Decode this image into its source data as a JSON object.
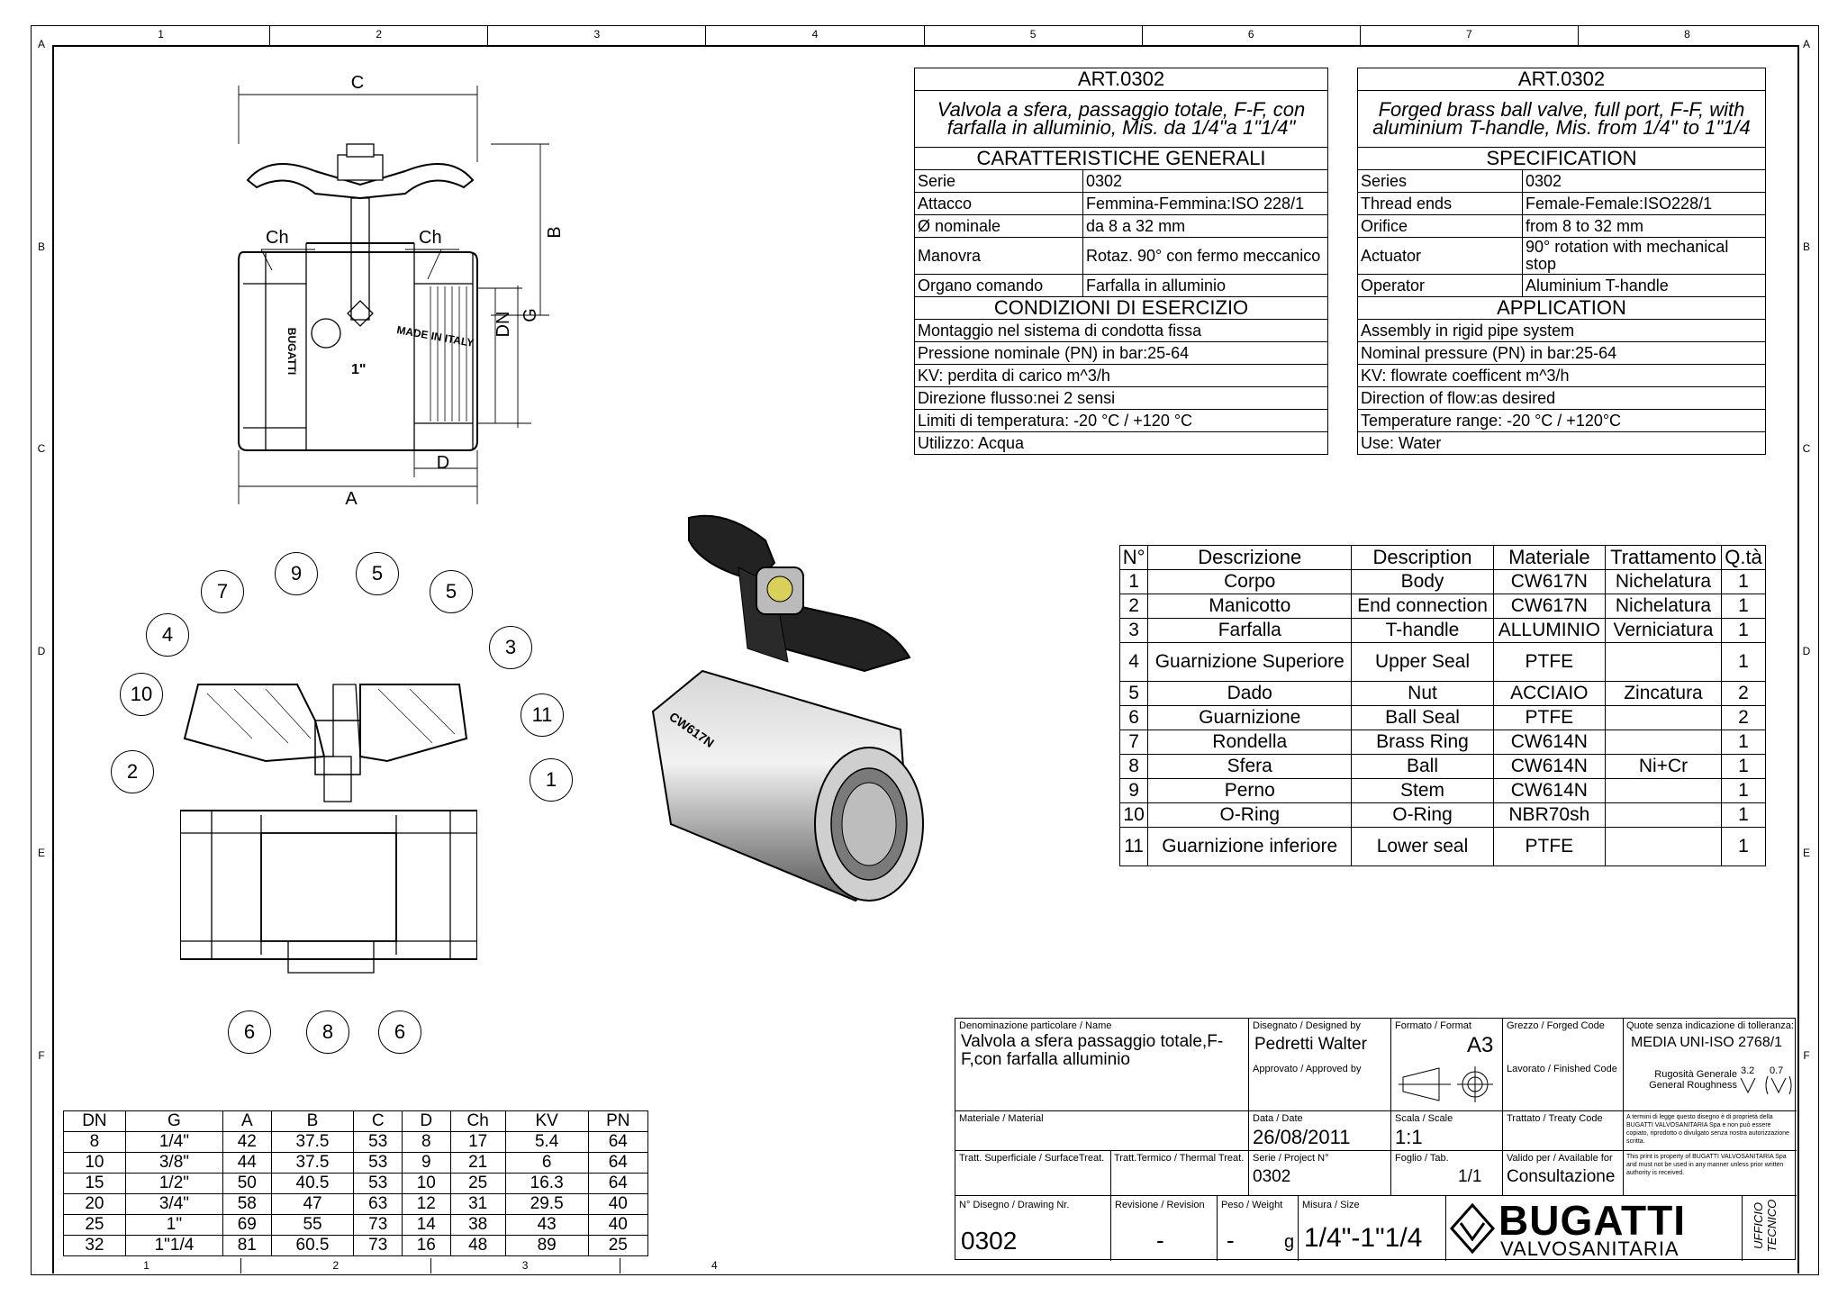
{
  "zones": {
    "cols": [
      "1",
      "2",
      "3",
      "4",
      "5",
      "6",
      "7",
      "8"
    ],
    "rows": [
      "A",
      "B",
      "C",
      "D",
      "E",
      "F"
    ],
    "bottom_cols": [
      "1",
      "2",
      "3",
      "4"
    ]
  },
  "it_block": {
    "art": "ART.0302",
    "desc": "Valvola a sfera, passaggio totale, F-F, con farfalla in alluminio, Mis. da 1/4\"a 1\"1/4\"",
    "sec1": "CARATTERISTICHE GENERALI",
    "rows": [
      [
        "Serie",
        "0302"
      ],
      [
        "Attacco",
        "Femmina-Femmina:ISO 228/1"
      ],
      [
        "Ø nominale",
        "da 8 a 32 mm"
      ],
      [
        "Manovra",
        "Rotaz. 90° con fermo meccanico"
      ],
      [
        "Organo comando",
        "Farfalla in alluminio"
      ]
    ],
    "sec2": "CONDIZIONI DI ESERCIZIO",
    "lines": [
      "Montaggio nel sistema di condotta fissa",
      "Pressione nominale (PN) in bar:25-64",
      "KV: perdita di carico m^3/h",
      "Direzione flusso:nei 2 sensi",
      "Limiti di temperatura:  -20 °C / +120 °C",
      "Utilizzo: Acqua"
    ]
  },
  "en_block": {
    "art": "ART.0302",
    "desc": "Forged brass ball valve, full port, F-F, with aluminium T-handle, Mis. from 1/4\" to 1\"1/4",
    "sec1": "SPECIFICATION",
    "rows": [
      [
        "Series",
        "0302"
      ],
      [
        "Thread ends",
        "Female-Female:ISO228/1"
      ],
      [
        "Orifice",
        "from 8 to 32 mm"
      ],
      [
        "Actuator",
        "90° rotation with mechanical stop"
      ],
      [
        "Operator",
        "Aluminium T-handle"
      ]
    ],
    "sec2": "APPLICATION",
    "lines": [
      "Assembly in rigid pipe system",
      "Nominal pressure (PN) in bar:25-64",
      "KV: flowrate coefficent m^3/h",
      "Direction of flow:as desired",
      "Temperature range: -20 °C  /  +120°C",
      "Use: Water"
    ]
  },
  "parts": {
    "headers": [
      "N°",
      "Descrizione",
      "Description",
      "Materiale",
      "Trattamento",
      "Q.tà"
    ],
    "rows": [
      [
        "1",
        "Corpo",
        "Body",
        "CW617N",
        "Nichelatura",
        "1"
      ],
      [
        "2",
        "Manicotto",
        "End connection",
        "CW617N",
        "Nichelatura",
        "1"
      ],
      [
        "3",
        "Farfalla",
        "T-handle",
        "ALLUMINIO",
        "Verniciatura",
        "1"
      ],
      [
        "4",
        "Guarnizione Superiore",
        "Upper Seal",
        "PTFE",
        "",
        "1"
      ],
      [
        "5",
        "Dado",
        "Nut",
        "ACCIAIO",
        "Zincatura",
        "2"
      ],
      [
        "6",
        "Guarnizione",
        "Ball Seal",
        "PTFE",
        "",
        "2"
      ],
      [
        "7",
        "Rondella",
        "Brass Ring",
        "CW614N",
        "",
        "1"
      ],
      [
        "8",
        "Sfera",
        "Ball",
        "CW614N",
        "Ni+Cr",
        "1"
      ],
      [
        "9",
        "Perno",
        "Stem",
        "CW614N",
        "",
        "1"
      ],
      [
        "10",
        "O-Ring",
        "O-Ring",
        "NBR70sh",
        "",
        "1"
      ],
      [
        "11",
        "Guarnizione inferiore",
        "Lower seal",
        "PTFE",
        "",
        "1"
      ]
    ]
  },
  "dims": {
    "headers": [
      "DN",
      "G",
      "A",
      "B",
      "C",
      "D",
      "Ch",
      "KV",
      "PN"
    ],
    "rows": [
      [
        "8",
        "1/4\"",
        "42",
        "37.5",
        "53",
        "8",
        "17",
        "5.4",
        "64"
      ],
      [
        "10",
        "3/8\"",
        "44",
        "37.5",
        "53",
        "9",
        "21",
        "6",
        "64"
      ],
      [
        "15",
        "1/2\"",
        "50",
        "40.5",
        "53",
        "10",
        "25",
        "16.3",
        "64"
      ],
      [
        "20",
        "3/4\"",
        "58",
        "47",
        "63",
        "12",
        "31",
        "29.5",
        "40"
      ],
      [
        "25",
        "1\"",
        "69",
        "55",
        "73",
        "14",
        "38",
        "43",
        "40"
      ],
      [
        "32",
        "1\"1/4",
        "81",
        "60.5",
        "73",
        "16",
        "48",
        "89",
        "25"
      ]
    ]
  },
  "drawing": {
    "dim_labels": {
      "c": "C",
      "b": "B",
      "a": "A",
      "d": "D",
      "dn": "DN",
      "g": "G",
      "ch1": "Ch",
      "ch2": "Ch"
    },
    "engravings": {
      "brand": "BUGATTI",
      "made": "MADE IN ITALY",
      "size": "1\"",
      "mat": "CW617N"
    },
    "bubbles": [
      "7",
      "9",
      "5",
      "5",
      "4",
      "3",
      "10",
      "11",
      "2",
      "1",
      "6",
      "8",
      "6"
    ]
  },
  "title_block": {
    "name_label": "Denominazione particolare / Name",
    "name_value": "Valvola a sfera passaggio totale,F-F,con farfalla alluminio",
    "designed_label": "Disegnato / Designed by",
    "designed_value": "Pedretti Walter",
    "approved_label": "Approvato / Approved by",
    "format_label": "Formato / Format",
    "format_value": "A3",
    "forged_label": "Grezzo / Forged Code",
    "finished_label": "Lavorato / Finished Code",
    "tol_label": "Quote senza indicazione di tolleranza:",
    "tol_value": "MEDIA UNI-ISO 2768/1",
    "rough_label": "Rugosità Generale General Roughness",
    "rough_vals": [
      "3.2",
      "0.7"
    ],
    "material_label": "Materiale / Material",
    "date_label": "Data / Date",
    "date_value": "26/08/2011",
    "scale_label": "Scala / Scale",
    "scale_value": "1:1",
    "treaty_label": "Trattato / Treaty Code",
    "legal_it": "A termini di legge questo disegno è di proprietà della BUGATTI VALVOSANITARIA Spa e non può essere copiato, riprodotto o divulgato senza nostra autorizzazione scritta.",
    "surf_label": "Tratt. Superficiale / SurfaceTreat.",
    "thermal_label": "Tratt.Termico / Thermal Treat.",
    "project_label": "Serie / Project N°",
    "project_value": "0302",
    "sheet_label": "Foglio / Tab.",
    "sheet_value": "1/1",
    "valid_label": "Valido per / Available for",
    "valid_value": "Consultazione",
    "legal_en": "This print is property of BUGATTI VALVOSANITARIA Spa and must not be used in any manner unless prior written authority is received.",
    "drawing_label": "N° Disegno / Drawing Nr.",
    "drawing_value": "0302",
    "revision_label": "Revisione / Revision",
    "revision_value": "-",
    "weight_label": "Peso / Weight",
    "weight_value": "-",
    "weight_unit": "g",
    "size_label": "Misura / Size",
    "size_value": "1/4\"-1\"1/4",
    "logo_top": "BUGATTI",
    "logo_bottom": "VALVOSANITARIA",
    "office": "UFFICIO TECNICO"
  }
}
